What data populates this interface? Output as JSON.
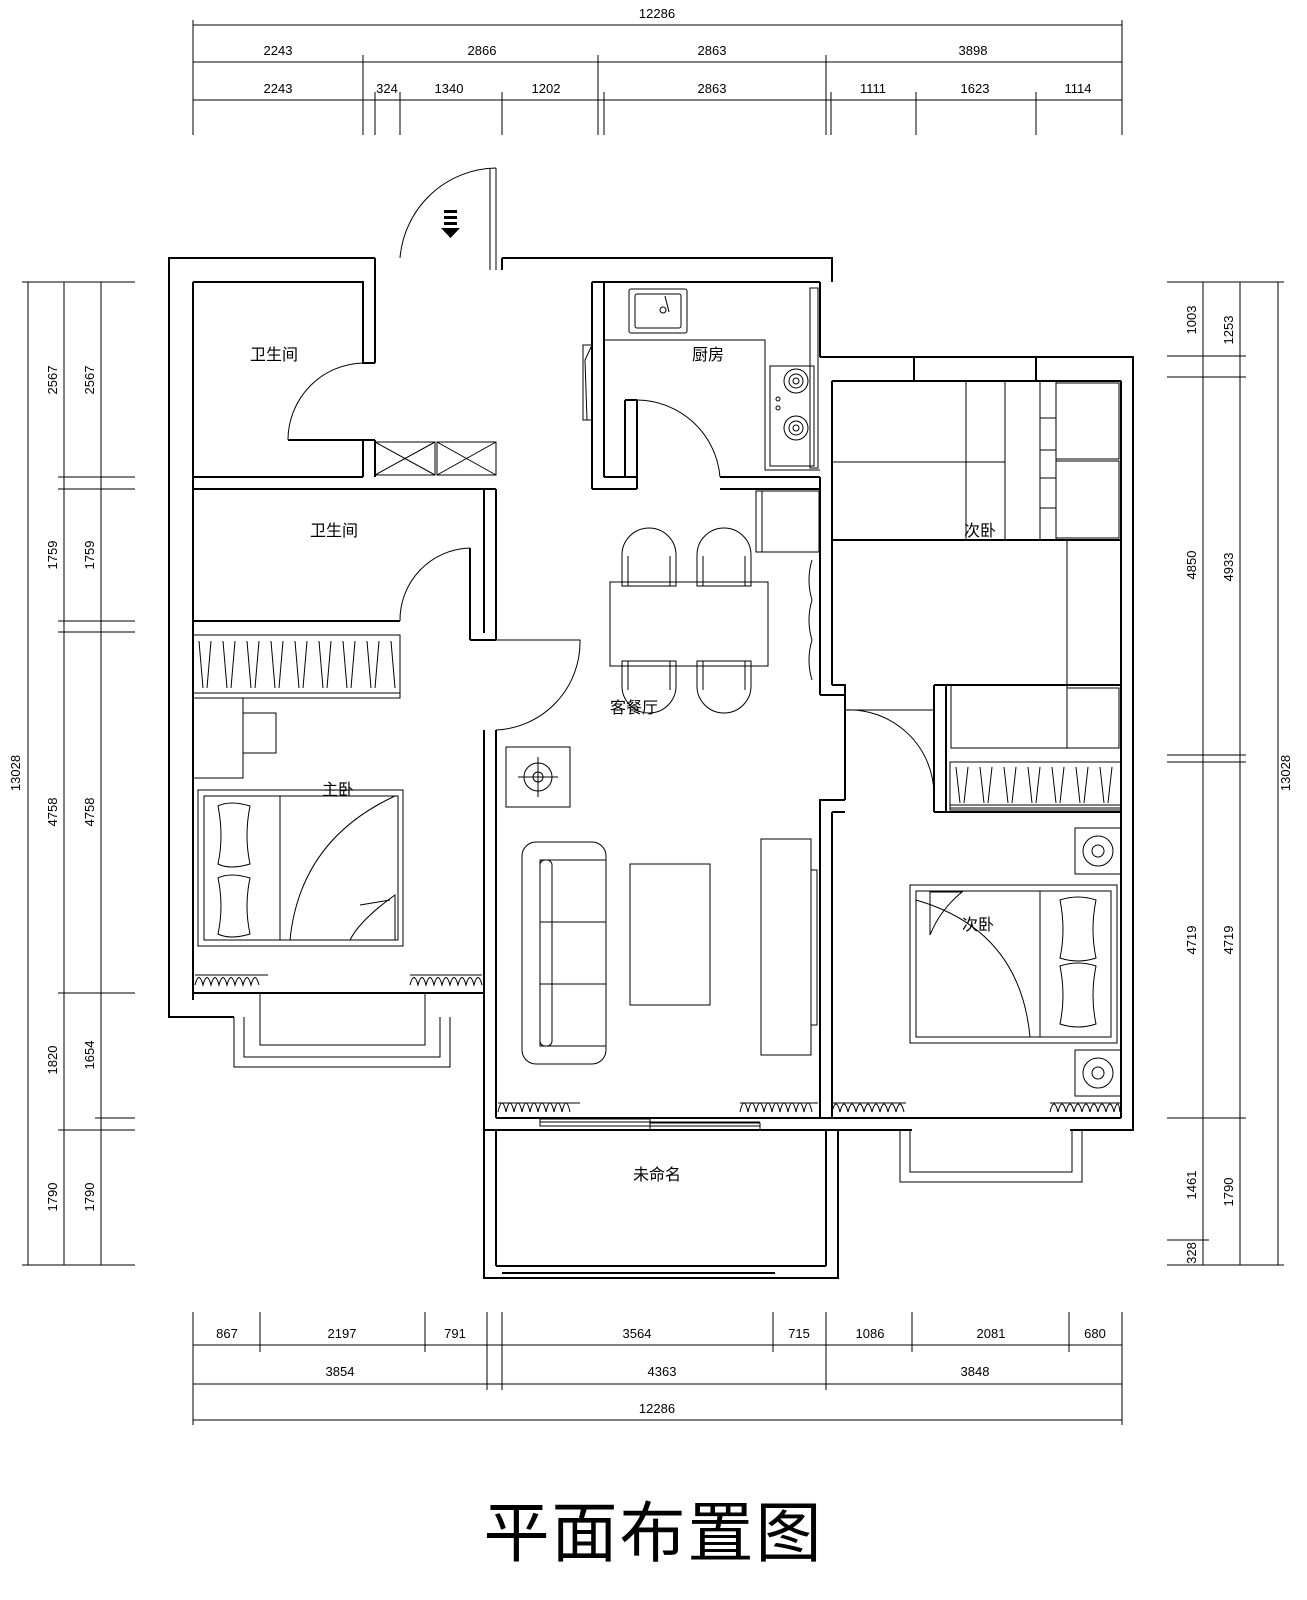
{
  "title": "平面布置图",
  "rooms": {
    "bath_upper": "卫生间",
    "bath_lower": "卫生间",
    "kitchen": "厨房",
    "living_dining": "客餐厅",
    "master_bedroom": "主卧",
    "second_bedroom_upper": "次卧",
    "second_bedroom_lower": "次卧",
    "unnamed": "未命名"
  },
  "dimensions": {
    "top_total": "12286",
    "top_row1": [
      "2243",
      "2866",
      "2863",
      "3898"
    ],
    "top_row2": [
      "2243",
      "324",
      "1340",
      "1202",
      "2863",
      "1111",
      "1623",
      "1114"
    ],
    "bottom_row1": [
      "867",
      "2197",
      "791",
      "3564",
      "715",
      "1086",
      "2081",
      "680"
    ],
    "bottom_row2": [
      "3854",
      "4363",
      "3848"
    ],
    "bottom_total": "12286",
    "left_total": "13028",
    "left_outer": [
      "2567",
      "1759",
      "4758",
      "1820",
      "1790"
    ],
    "left_inner": [
      "2567",
      "1759",
      "4758",
      "1654",
      "1790"
    ],
    "right_total": "13028",
    "right_outer": [
      "1253",
      "4933",
      "4719",
      "1790"
    ],
    "right_inner": [
      "1003",
      "4850",
      "4719",
      "1461",
      "328"
    ]
  }
}
